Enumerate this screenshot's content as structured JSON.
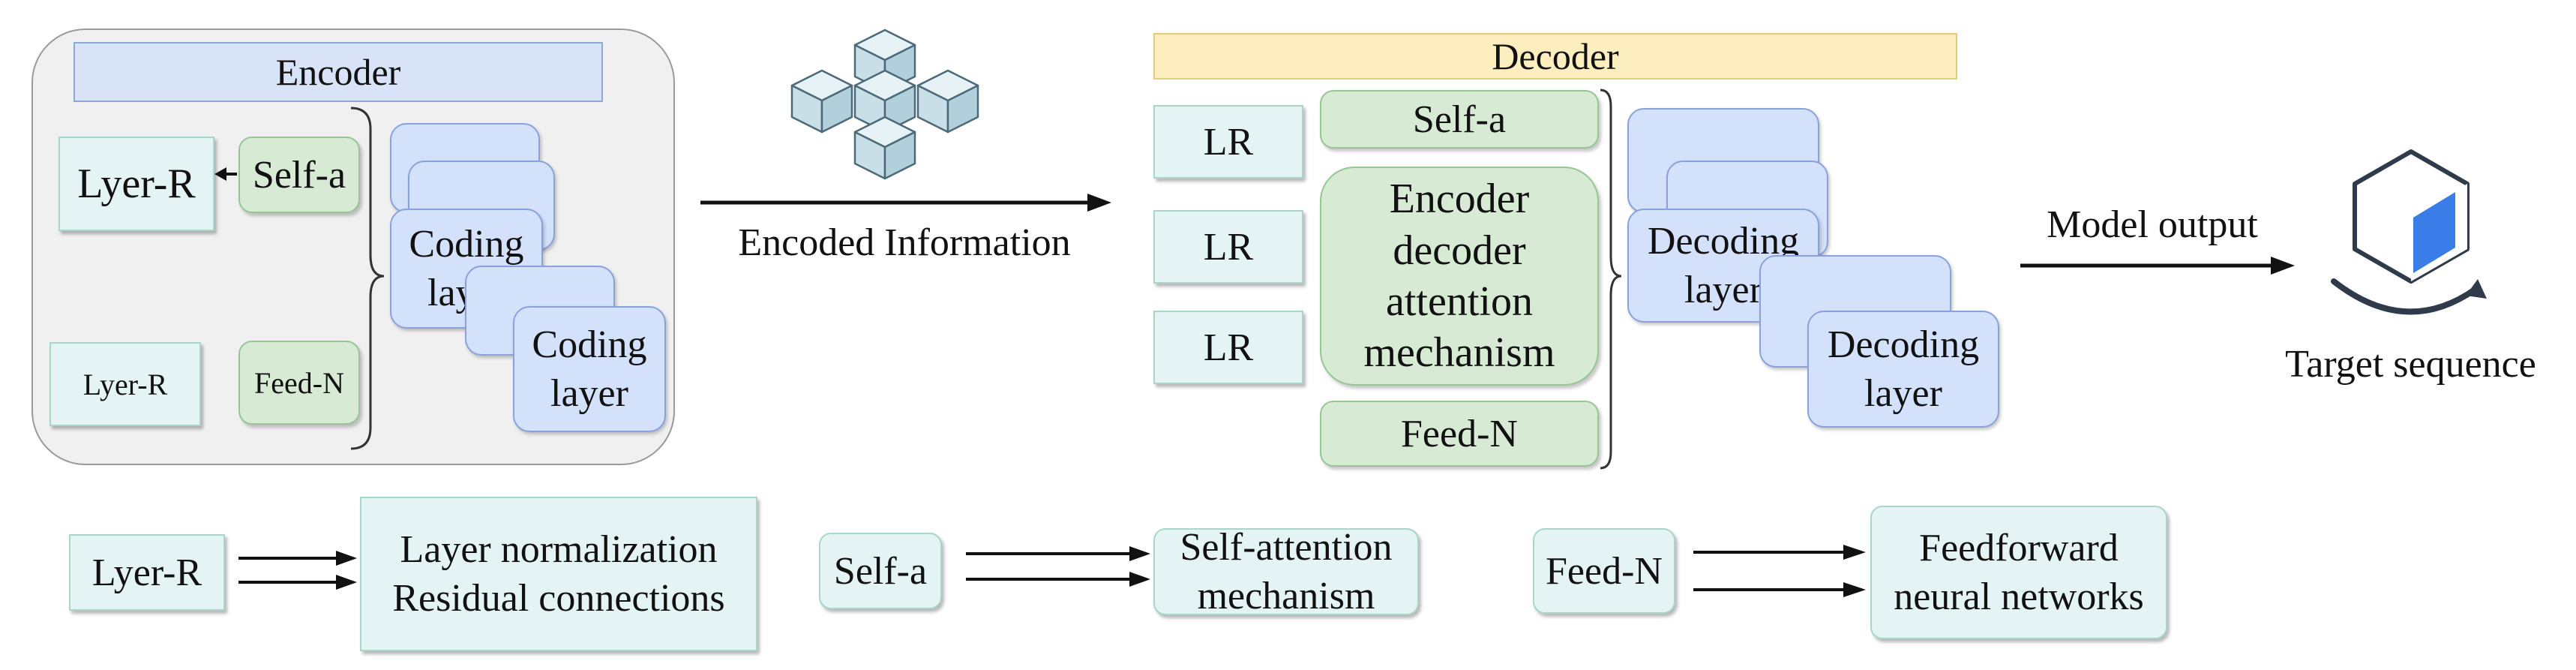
{
  "encoder": {
    "title": "Encoder",
    "lyer_r_top": "Lyer-R",
    "self_a": "Self-a",
    "lyer_r_bottom": "Lyer-R",
    "feed_n": "Feed-N",
    "coding_layer_back": "Coding layer",
    "coding_layer_front": "Coding layer"
  },
  "encoded_information": "Encoded Information",
  "decoder": {
    "title": "Decoder",
    "lr_1": "LR",
    "lr_2": "LR",
    "lr_3": "LR",
    "self_a": "Self-a",
    "attention": "Encoder decoder attention mechanism",
    "feed_n": "Feed-N",
    "decoding_layer_back": "Decoding layer",
    "decoding_layer_front": "Decoding layer"
  },
  "model_output": "Model output",
  "target_sequence": "Target sequence",
  "legend": [
    {
      "abbr": "Lyer-R",
      "meaning": "Layer normalization\nResidual connections"
    },
    {
      "abbr": "Self-a",
      "meaning": "Self-attention\nmechanism"
    },
    {
      "abbr": "Feed-N",
      "meaning": "Feedforward\nneural networks"
    }
  ],
  "colors": {
    "encoder_panel": "#f0f0f0",
    "encoder_title": "#d9e3f7",
    "decoder_title": "#fdeebf",
    "layer_box": "#d4e1fb",
    "green_box": "#d6ead4",
    "cyan_box": "#e4f4f5",
    "target_accent": "#3a7de8"
  },
  "icons": [
    "cube-cluster-icon",
    "hexagon-cube-icon"
  ]
}
